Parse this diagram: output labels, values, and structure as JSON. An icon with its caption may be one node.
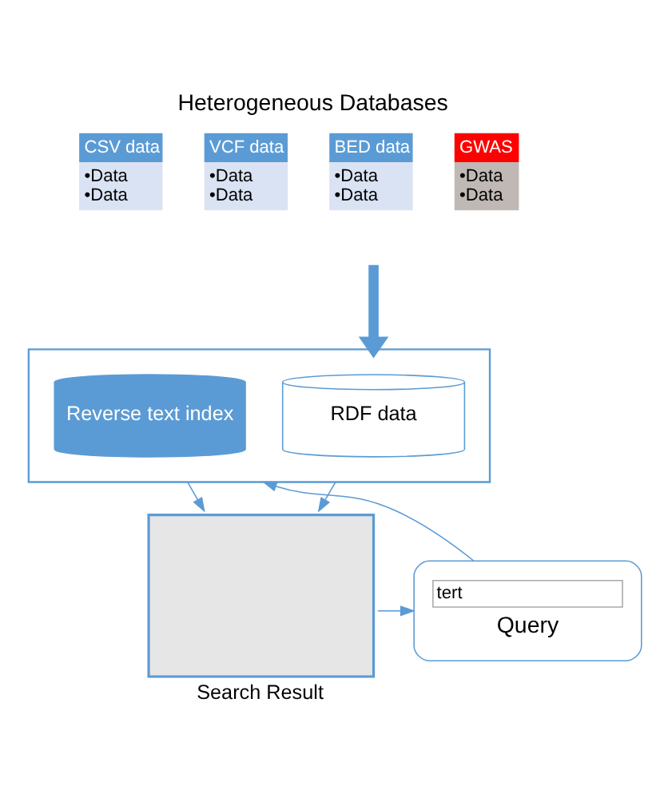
{
  "diagram": {
    "nodes": [
      {
        "text": [
          "CSV data",
          "•Data",
          "•Data"
        ]
      },
      {
        "text": [
          "VCF data",
          "•Data",
          "•Data"
        ]
      },
      {
        "text": [
          "BED data",
          "•Data",
          "•Data"
        ]
      },
      {
        "text": [
          "GWAS",
          "•Data",
          "•Data"
        ]
      },
      {
        "text": [],
        "shape": "box"
      },
      {
        "text": [
          "RDF data"
        ],
        "in": 4
      },
      {
        "text": [
          "Reverse text index"
        ],
        "in": 4
      },
      {
        "text": [],
        "shape": "box",
        "beside": [
          "Search Result"
        ]
      },
      {
        "text": [
          "tert",
          "Query"
        ]
      }
    ],
    "edges": [
      {
        "from": null,
        "to": 4,
        "arrow": "to",
        "style": "thick"
      },
      {
        "from": 4,
        "to": 7,
        "arrow": "to"
      },
      {
        "from": 4,
        "to": 7,
        "arrow": "to"
      },
      {
        "from": 7,
        "to": 8,
        "arrow": "to"
      },
      {
        "from": 8,
        "to": 4,
        "arrow": "to"
      }
    ],
    "labels": [
      "Heterogeneous Databases"
    ]
  }
}
